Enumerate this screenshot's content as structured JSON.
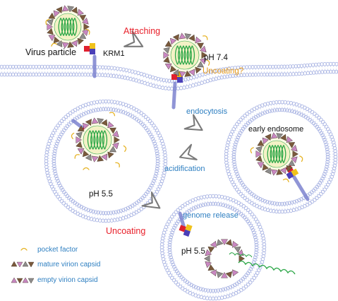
{
  "labels": {
    "virus_particle": "Virus particle",
    "krm1": "KRM1",
    "attaching": "Attaching",
    "ph_74": "pH 7.4",
    "uncoating_q": "Uncoating?",
    "endocytosis": "endocytosis",
    "early_endosome": "early endosome",
    "acidification": "acidification",
    "ph_55_left": "pH 5.5",
    "genome_release": "genome release",
    "uncoating": "Uncoating",
    "ph_55_small": "pH 5.5"
  },
  "legend": [
    {
      "icon": "pocket-factor-icon",
      "label": "pocket factor"
    },
    {
      "icon": "mature-capsid-icon",
      "label": "mature virion capsid"
    },
    {
      "icon": "empty-capsid-icon",
      "label": "empty virion capsid"
    }
  ],
  "colors": {
    "red_text": "#e8202a",
    "blue_text": "#2e7fc1",
    "orange_text": "#e69a1a",
    "membrane": "#a9b4e3",
    "receptor": "#7d83cf",
    "rna": "#2fa84a",
    "capsid_brown": "#7a5a3c",
    "capsid_pink": "#c987c2",
    "capsid_grey": "#8d8d8d",
    "pocket": "#e6b325",
    "yellow": "#f0c21b",
    "red": "#e0202e",
    "blue": "#4a3fb8"
  }
}
